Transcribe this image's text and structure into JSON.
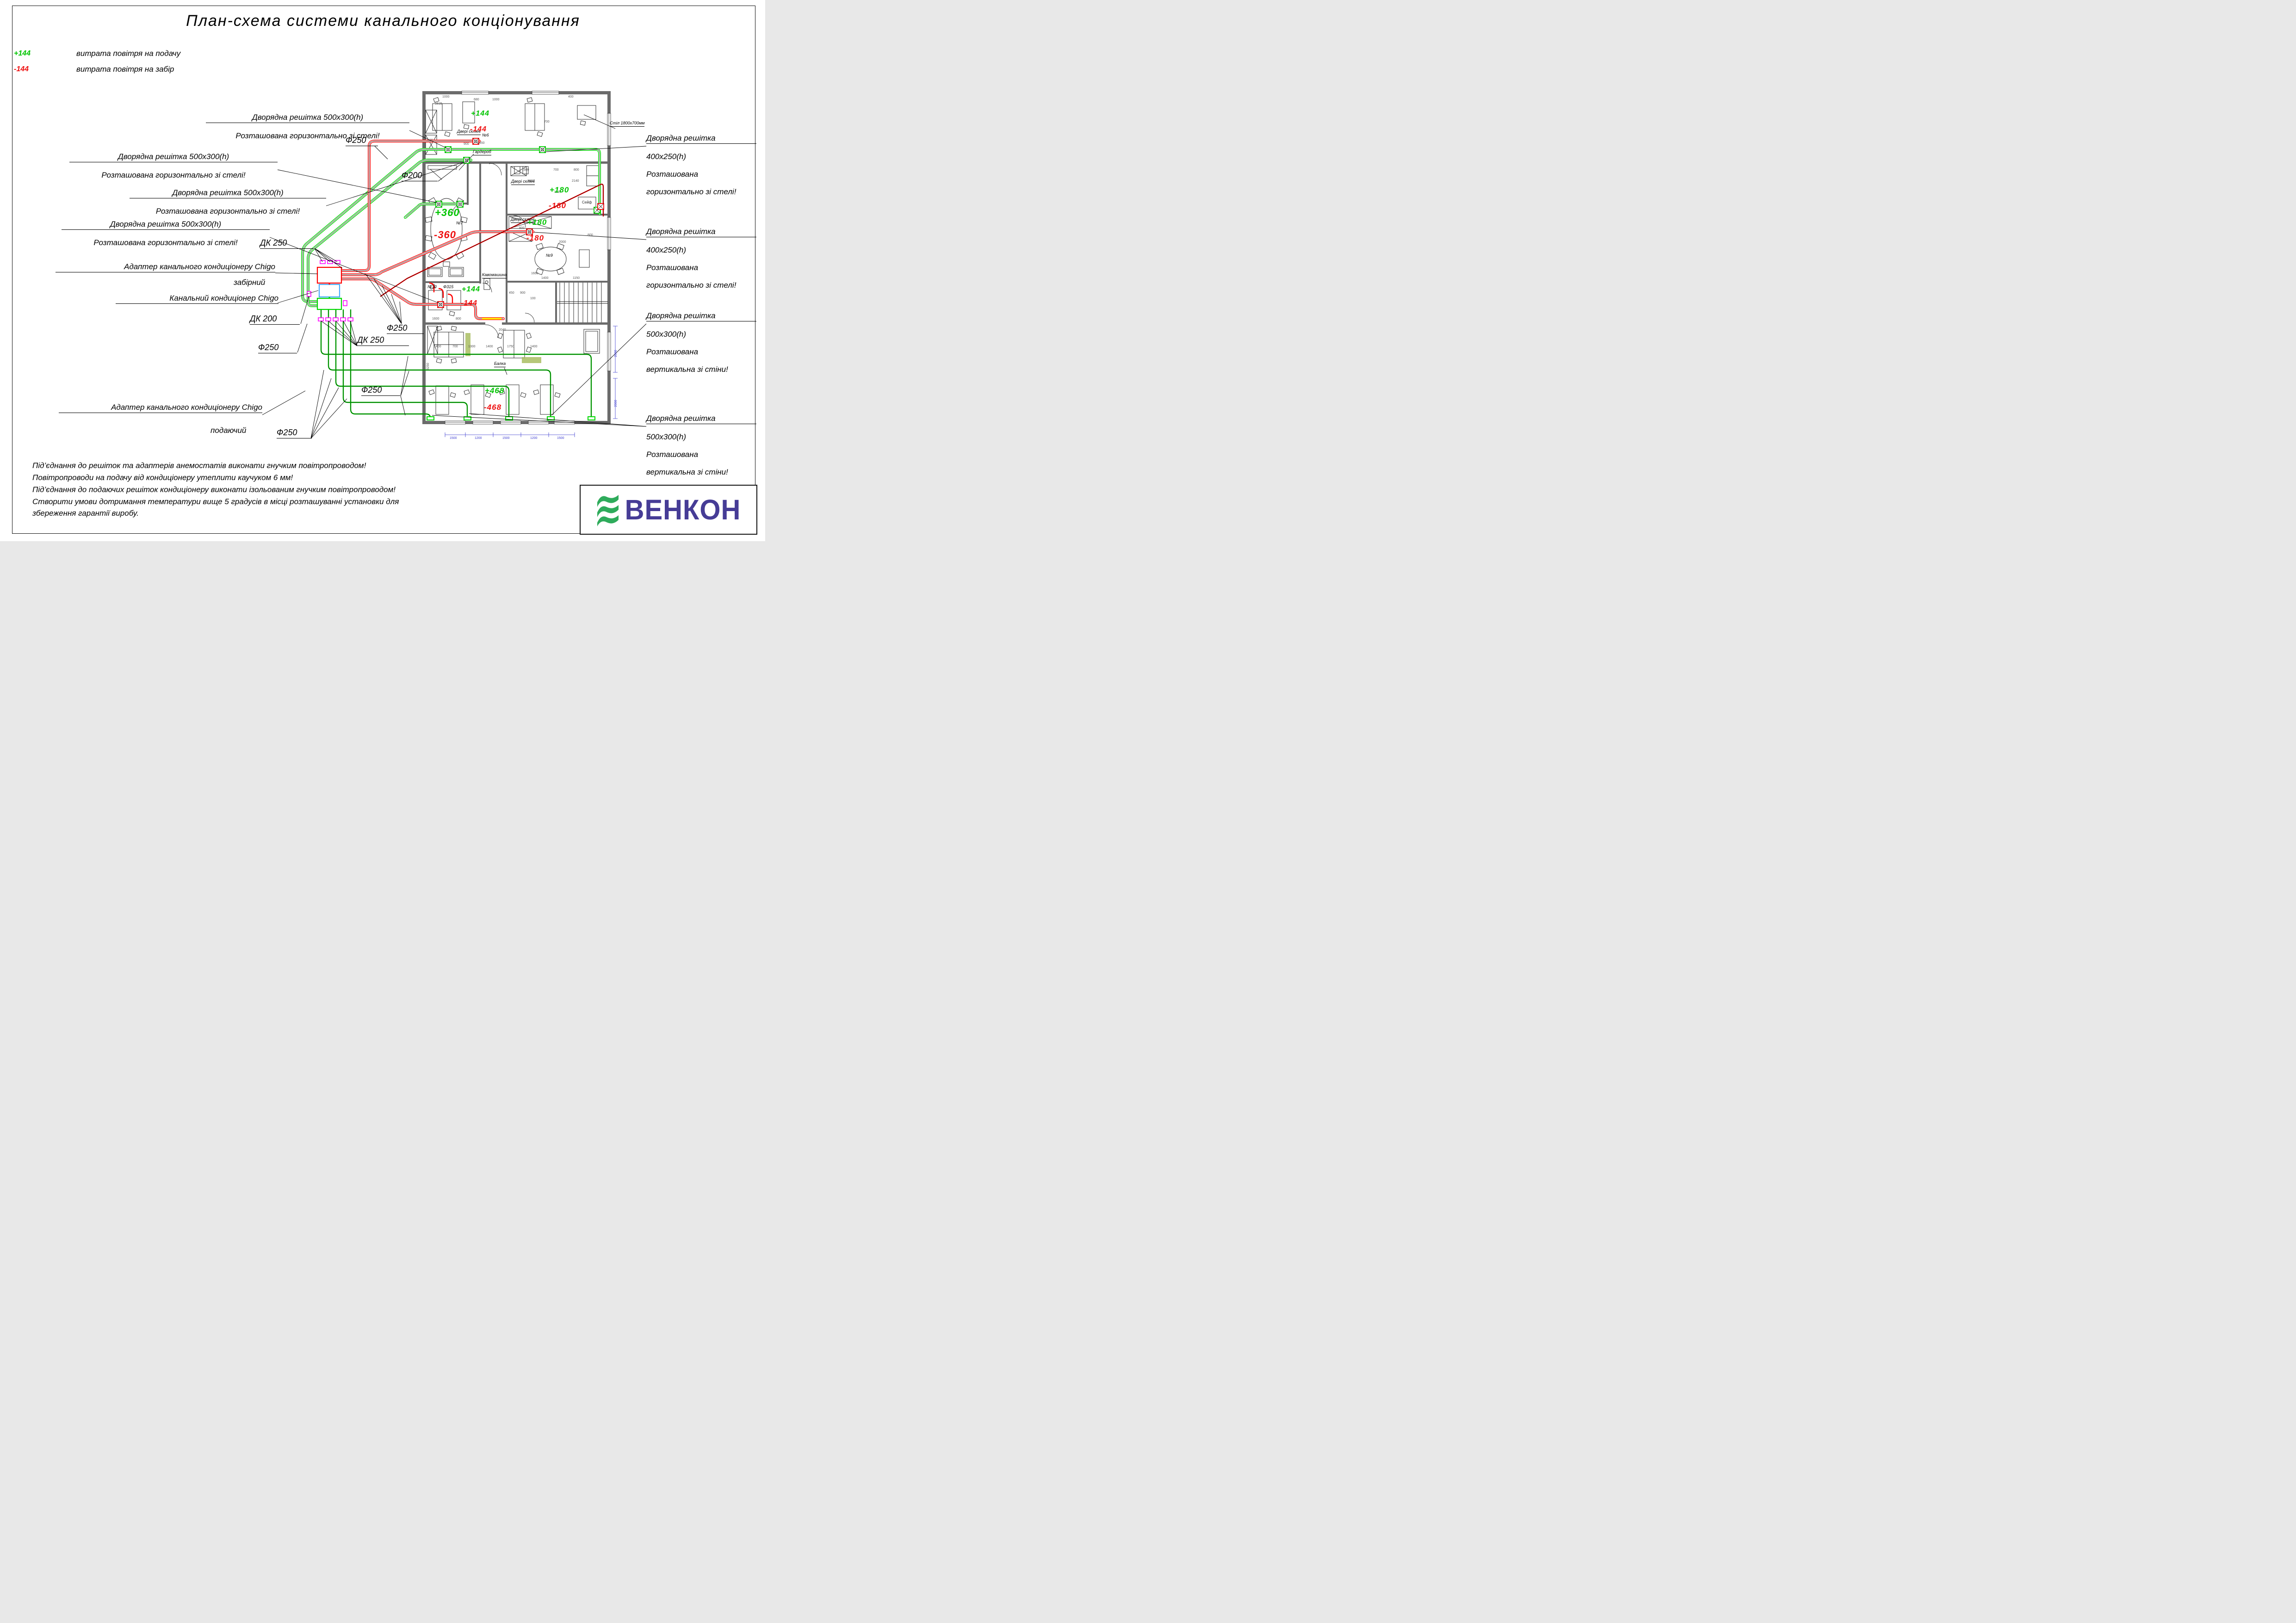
{
  "title": "План-схема системи канального конціонування",
  "legend": {
    "supply_value": "+144",
    "supply_text": "витрата повітря на подачу",
    "return_value": "-144",
    "return_text": "витрата повітря на забір"
  },
  "annotations": {
    "grille_h500": {
      "l1": "Дворядна решітка 500х300(h)",
      "l2": "Розташована горизонтально зі стелі!"
    },
    "grille_h400": {
      "l1": "Дворядна решітка",
      "l2": "400х250(h)",
      "l3": "Розташована",
      "l4": "горизонтально зі стелі!"
    },
    "grille_v500": {
      "l1": "Дворядна решітка",
      "l2": "500х300(h)",
      "l3": "Розташована",
      "l4": "вертикальна зі стіни!"
    }
  },
  "duct_labels": {
    "f250": "Ф250",
    "f200": "Ф200",
    "f315": "Ф315",
    "dk250": "ДК 250",
    "dk200": "ДК 200"
  },
  "unit": {
    "adapter_line": "Адаптер канального кондиціонеру Chigo",
    "intake": "забірний",
    "supply": "подаючий",
    "conditioner": "Канальний кондиціонер Chigo"
  },
  "plan": {
    "rooms": {
      "r6": "№6",
      "r7": "№7",
      "r8": "№8",
      "r9": "№9",
      "r10": "№10"
    },
    "flows": {
      "r6": {
        "s": "+144",
        "r": "-144"
      },
      "r7": {
        "s": "+360",
        "r": "-360"
      },
      "r8": {
        "s": "+180",
        "r": "-180"
      },
      "r9": {
        "s": "+180",
        "r": "-180"
      },
      "r10": {
        "s": "+144",
        "r": "-144"
      },
      "office": {
        "s": "+468",
        "r": "-468"
      }
    },
    "texts": {
      "glass_door": "Двері скляні",
      "wardrobe": "Гардероб",
      "safe": "Сейф",
      "coffee": "Кавомашина",
      "beam": "Балка",
      "table": "Стіл 1800х700мм"
    },
    "dims_black": [
      "1000",
      "1515",
      "500",
      "680",
      "1000",
      "900",
      "400",
      "700",
      "1450",
      "1600",
      "700",
      "800",
      "2000",
      "2140",
      "1120",
      "800",
      "2000",
      "1600",
      "1400",
      "1150",
      "800",
      "1600",
      "800",
      "1400",
      "700",
      "1300",
      "1400",
      "1750",
      "1400",
      "2040",
      "3250",
      "450",
      "900",
      "100"
    ],
    "dims_blue_bottom": [
      "1500",
      "1200",
      "1500",
      "1200",
      "1500"
    ],
    "dims_blue_right": [
      "2000",
      "2000"
    ]
  },
  "notes": [
    "Під’єднання до решіток та адаптерів анемостатів виконати гнучким повітропроводом!",
    "Повітропроводи на подачу від кондиціонеру утеплити каучуком 6 мм!",
    "Під’єднання до подаючих решіток кондиціонеру виконати ізольованим гнучким повітропроводом!",
    "Створити умови дотримання температури вище 5 градусів в місці розташуванні установки для",
    "збереження гарантії виробу."
  ],
  "logo": {
    "name": "ВЕНКОН"
  },
  "colors": {
    "supply_duct": "#00d800",
    "return_duct": "#ff0000",
    "damper": "#ff00ff",
    "conditioner_box": "#44aaff",
    "wall": "#6b6b6b",
    "dim_blue": "#3b3bd0",
    "flow_supply": "#00c400",
    "flow_return": "#ee1111",
    "logo_purple": "#463c96",
    "logo_green": "#2eab5b",
    "beam_highlight": "#ffe400"
  }
}
